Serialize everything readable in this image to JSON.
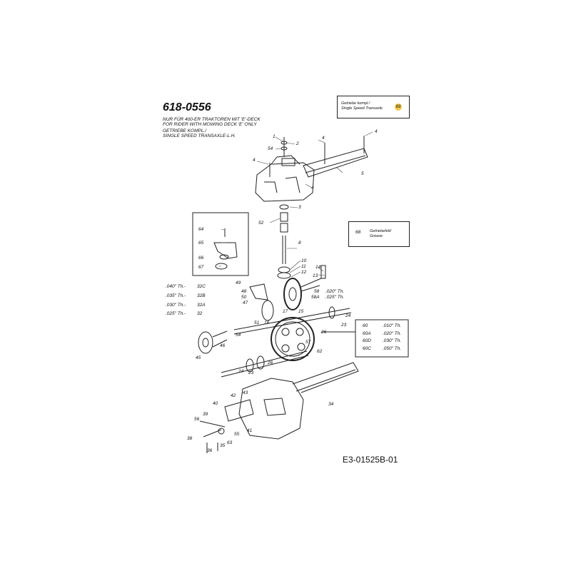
{
  "header": {
    "part_number": "618-0556",
    "notes": [
      "NUR FÜR 400-ER TRAKTOREN MIT 'E'-DECK",
      "FOR RIDER WITH MOWING DECK 'E' ONLY",
      "GETRIEBE KOMPL./",
      "SINGLE SPEED TRANSAXLE-L.H."
    ]
  },
  "title_box": {
    "line1": "Getriebe kompl./",
    "line2": "Single Speed Transaxle",
    "badge": "69"
  },
  "grease_box": {
    "number": "68",
    "line1": "Getriebefett/",
    "line2": "Grease"
  },
  "inset_labels": [
    "64",
    "65",
    "66",
    "67"
  ],
  "left_table": [
    {
      "thickness": ".040\" Th.-",
      "part": "32C"
    },
    {
      "thickness": ".035\" Th.-",
      "part": "32B"
    },
    {
      "thickness": ".030\" Th.-",
      "part": "32A"
    },
    {
      "thickness": ".025\" Th.-",
      "part": "32"
    }
  ],
  "right_table": [
    {
      "part": "60",
      "thickness": ".010\" Th."
    },
    {
      "part": "60A",
      "thickness": ".020\" Th."
    },
    {
      "part": "60D",
      "thickness": ".030\" Th."
    },
    {
      "part": "60C",
      "thickness": ".050\" Th."
    }
  ],
  "shim_labels": {
    "s58": "58",
    "s58a": "58A",
    "t58": ".020\" Th.",
    "t58a": ".025\" Th."
  },
  "callouts": [
    "1",
    "2",
    "54",
    "4",
    "4",
    "4",
    "4",
    "5",
    "3",
    "52",
    "8",
    "10",
    "11",
    "12",
    "14",
    "13",
    "49",
    "48",
    "50",
    "47",
    "17",
    "15",
    "51",
    "16",
    "54",
    "46",
    "45",
    "24",
    "23",
    "26",
    "57",
    "62",
    "24",
    "23",
    "26",
    "34",
    "42",
    "43",
    "40",
    "39",
    "56",
    "41",
    "55",
    "38",
    "36",
    "35",
    "63"
  ],
  "reference": "E3-01525B-01"
}
